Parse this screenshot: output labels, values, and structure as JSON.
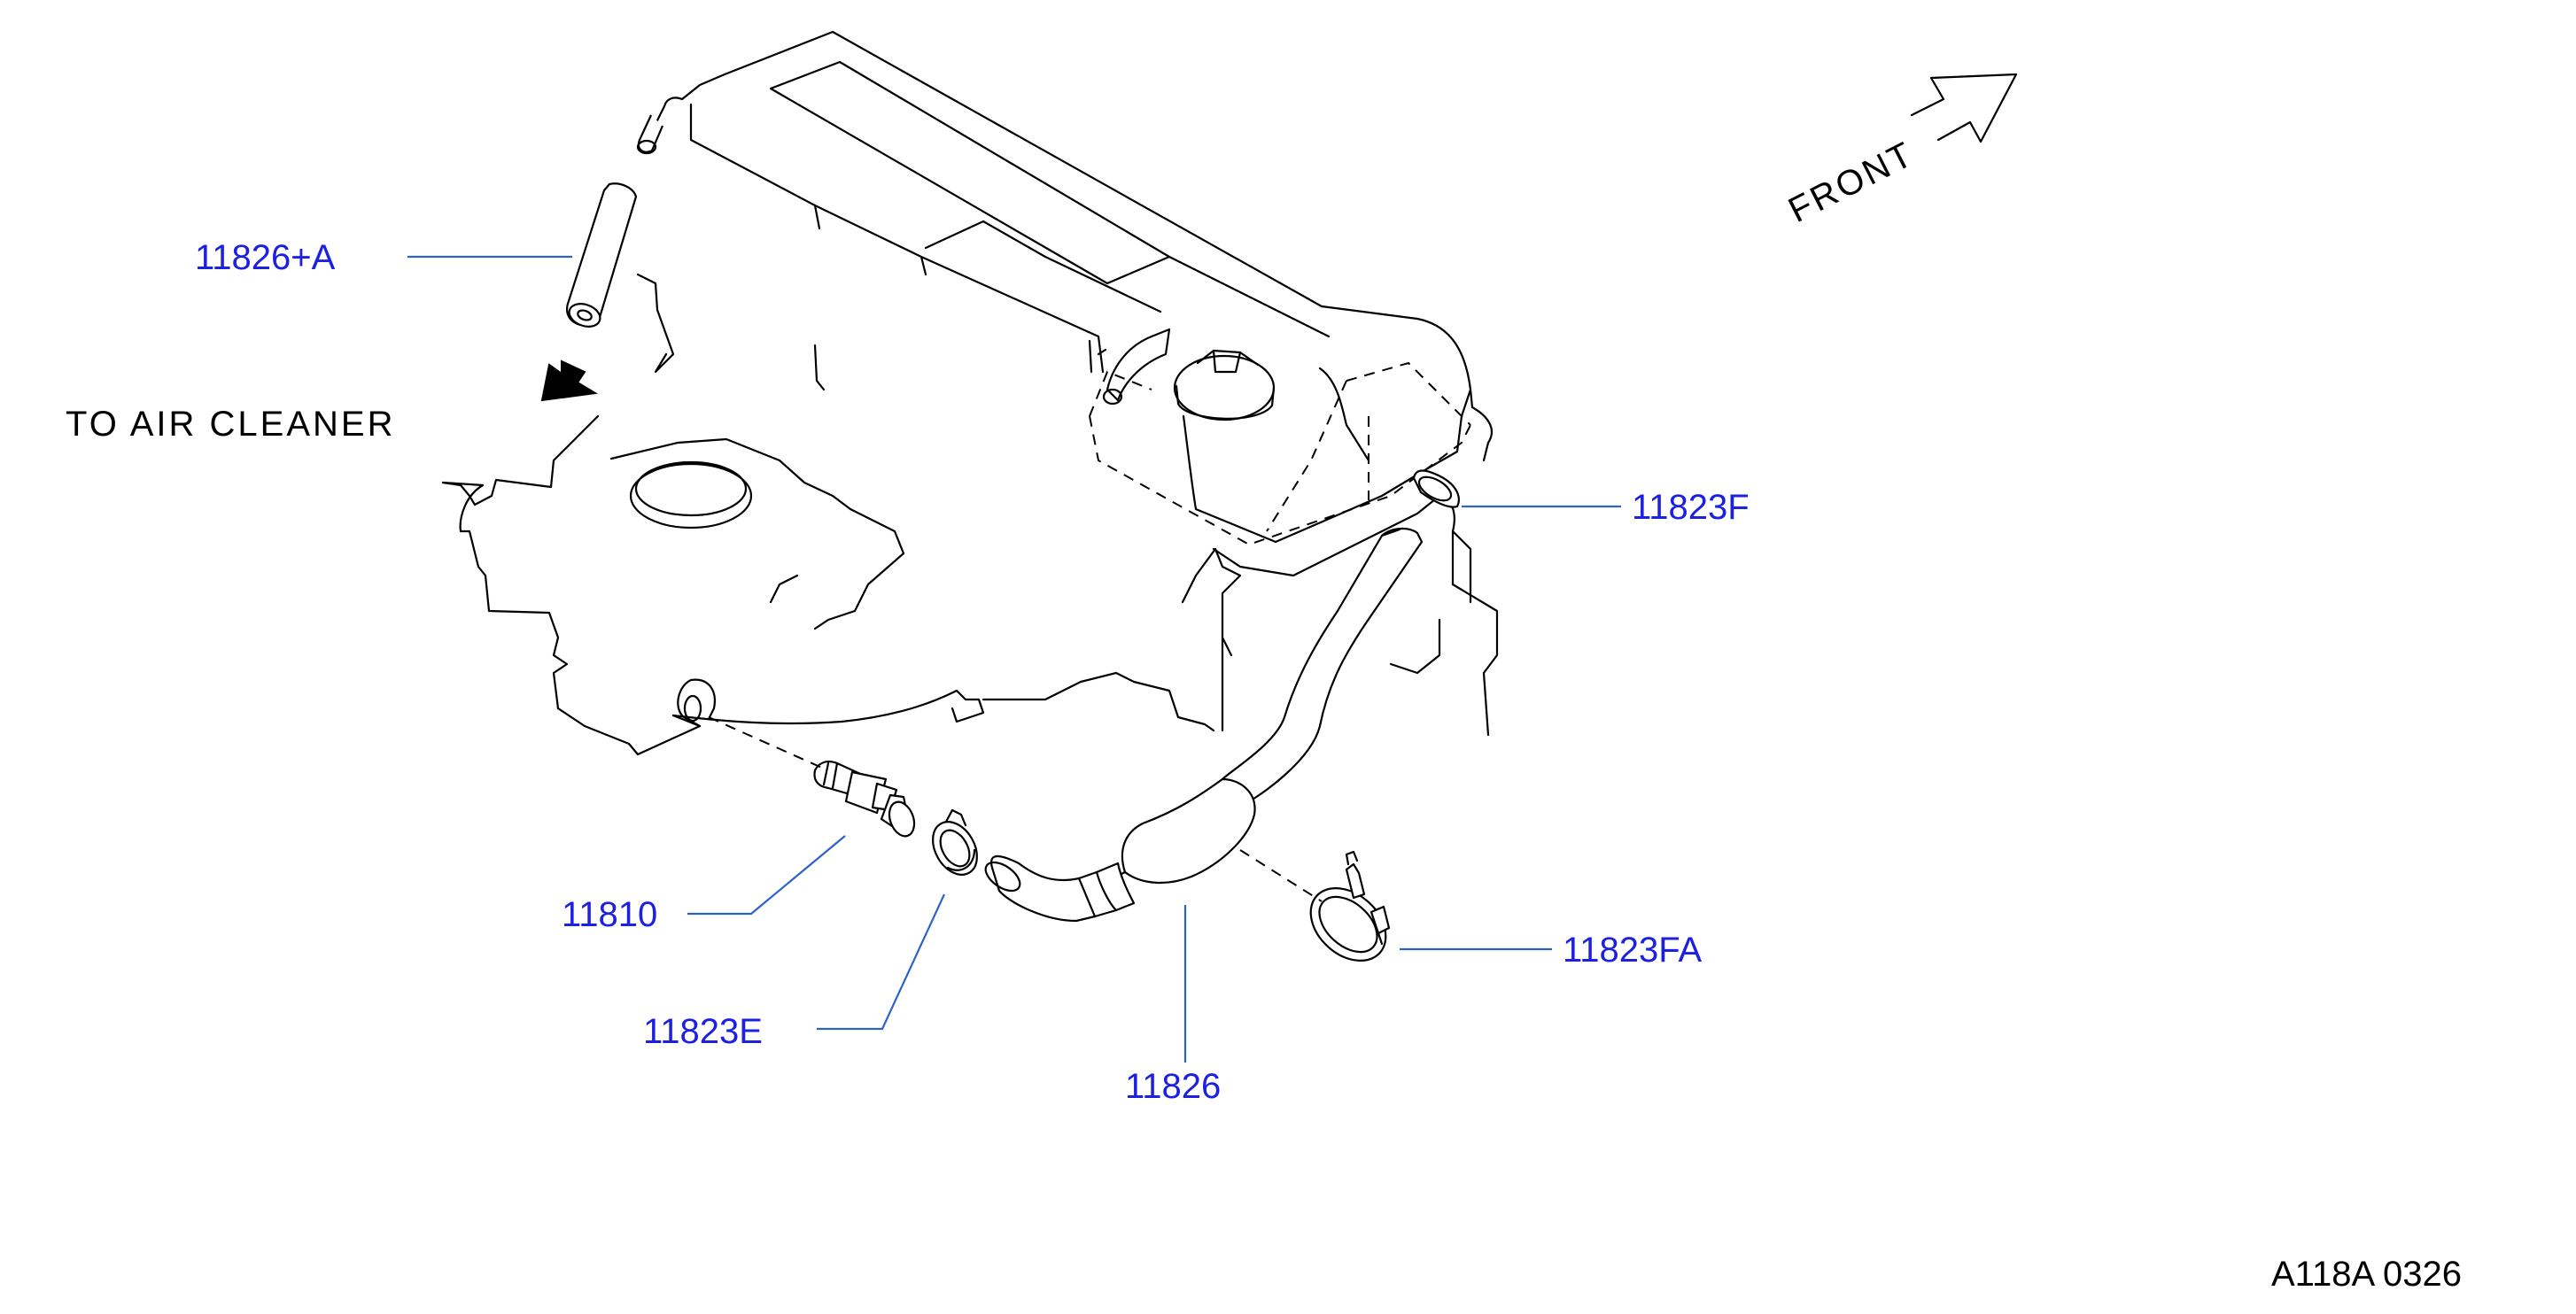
{
  "labels": {
    "part_11826_a": "11826+A",
    "part_11823f": "11823F",
    "part_11810": "11810",
    "part_11823e": "11823E",
    "part_11826": "11826",
    "part_11823fa": "11823FA",
    "to_air_cleaner": "TO  AIR  CLEANER",
    "front": "FRONT",
    "diagram_code": "A118A  0326"
  },
  "colors": {
    "callout_text": "#1c20e0",
    "leader_line": "#2b63c6",
    "drawing_line": "#000000",
    "background": "#ffffff"
  }
}
